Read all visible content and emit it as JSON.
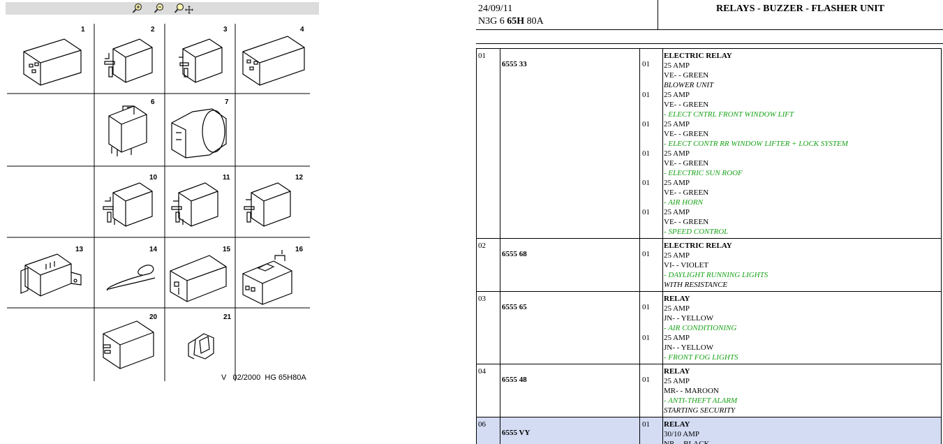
{
  "toolbar": {
    "zoom_in": "zoom-in-icon",
    "zoom_out": "zoom-out-icon",
    "zoom_pan": "zoom-pan-icon"
  },
  "diagram": {
    "numbers": [
      "1",
      "2",
      "3",
      "4",
      "6",
      "7",
      "10",
      "11",
      "12",
      "13",
      "14",
      "15",
      "16",
      "20",
      "21"
    ],
    "footer": "V   02/2000  HG 65H80A"
  },
  "header": {
    "date": "24/09/11",
    "code_prefix": "N3G 6 ",
    "code_bold": "65H",
    "code_suffix": " 80A",
    "title": "RELAYS - BUZZER - FLASHER UNIT"
  },
  "colors": {
    "green": "#18a318",
    "selected": "#d3dcf3"
  },
  "parts": [
    {
      "ref": "01",
      "part": "6555 33",
      "blocks": [
        {
          "qty": "01",
          "lines": [
            {
              "t": "ELECTRIC RELAY",
              "s": "b"
            },
            {
              "t": "25 AMP",
              "s": ""
            },
            {
              "t": "VE- - GREEN",
              "s": ""
            },
            {
              "t": "BLOWER UNIT",
              "s": "i"
            }
          ]
        },
        {
          "qty": "01",
          "lines": [
            {
              "t": "25 AMP",
              "s": ""
            },
            {
              "t": "VE- - GREEN",
              "s": ""
            },
            {
              "t": "- ELECT CNTRL FRONT WINDOW LIFT",
              "s": "g"
            }
          ]
        },
        {
          "qty": "01",
          "lines": [
            {
              "t": "25 AMP",
              "s": ""
            },
            {
              "t": "VE- - GREEN",
              "s": ""
            },
            {
              "t": "- ELECT CONTR RR WINDOW LIFTER + LOCK SYSTEM",
              "s": "g"
            }
          ]
        },
        {
          "qty": "01",
          "lines": [
            {
              "t": "25 AMP",
              "s": ""
            },
            {
              "t": "VE- - GREEN",
              "s": ""
            },
            {
              "t": "- ELECTRIC SUN ROOF",
              "s": "g"
            }
          ]
        },
        {
          "qty": "01",
          "lines": [
            {
              "t": "25 AMP",
              "s": ""
            },
            {
              "t": "VE- - GREEN",
              "s": ""
            },
            {
              "t": "- AIR HORN",
              "s": "g"
            }
          ]
        },
        {
          "qty": "01",
          "lines": [
            {
              "t": "25 AMP",
              "s": ""
            },
            {
              "t": "VE- - GREEN",
              "s": ""
            },
            {
              "t": "- SPEED CONTROL",
              "s": "g"
            }
          ]
        }
      ]
    },
    {
      "ref": "02",
      "part": "6555 68",
      "blocks": [
        {
          "qty": "01",
          "lines": [
            {
              "t": "ELECTRIC RELAY",
              "s": "b"
            },
            {
              "t": "25 AMP",
              "s": ""
            },
            {
              "t": "VI- - VIOLET",
              "s": ""
            },
            {
              "t": "- DAYLIGHT RUNNING LIGHTS",
              "s": "g"
            },
            {
              "t": "WITH RESISTANCE",
              "s": "i"
            }
          ]
        }
      ]
    },
    {
      "ref": "03",
      "part": "6555 65",
      "blocks": [
        {
          "qty": "01",
          "lines": [
            {
              "t": "RELAY",
              "s": "b"
            },
            {
              "t": "25 AMP",
              "s": ""
            },
            {
              "t": "JN- - YELLOW",
              "s": ""
            },
            {
              "t": "- AIR CONDITIONING",
              "s": "g"
            }
          ]
        },
        {
          "qty": "01",
          "lines": [
            {
              "t": "25 AMP",
              "s": ""
            },
            {
              "t": "JN- - YELLOW",
              "s": ""
            },
            {
              "t": "- FRONT FOG LIGHTS",
              "s": "g"
            }
          ]
        }
      ]
    },
    {
      "ref": "04",
      "part": "6555 48",
      "blocks": [
        {
          "qty": "01",
          "lines": [
            {
              "t": "RELAY",
              "s": "b"
            },
            {
              "t": "25 AMP",
              "s": ""
            },
            {
              "t": "MR- - MAROON",
              "s": ""
            },
            {
              "t": "- ANTI-THEFT ALARM",
              "s": "g"
            },
            {
              "t": "STARTING SECURITY",
              "s": "i"
            }
          ]
        }
      ]
    },
    {
      "ref": "06",
      "part": "6555 VY",
      "selected": true,
      "blocks": [
        {
          "qty": "01",
          "lines": [
            {
              "t": "RELAY",
              "s": "b"
            },
            {
              "t": "30/10 AMP",
              "s": ""
            },
            {
              "t": "NR- - BLACK",
              "s": ""
            }
          ]
        }
      ]
    }
  ]
}
